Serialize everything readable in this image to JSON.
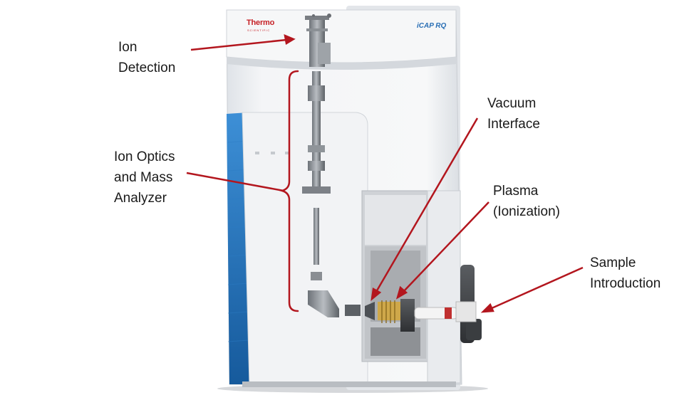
{
  "instrument": {
    "brand": "Thermo",
    "brand_sub": "SCIENTIFIC",
    "model": "iCAP RQ"
  },
  "labels": [
    {
      "id": "ion-detection",
      "lines": [
        "Ion",
        "Detection"
      ]
    },
    {
      "id": "ion-optics",
      "lines": [
        "Ion Optics",
        "and Mass",
        "Analyzer"
      ]
    },
    {
      "id": "vacuum-interface",
      "lines": [
        "Vacuum",
        "Interface"
      ]
    },
    {
      "id": "plasma",
      "lines": [
        "Plasma",
        "(Ionization)"
      ]
    },
    {
      "id": "sample-introduction",
      "lines": [
        "Sample",
        "Introduction"
      ]
    }
  ],
  "colors": {
    "arrow": "#b3161e",
    "accent_blue": "#1f6fb5",
    "body": "#eef0f3"
  }
}
